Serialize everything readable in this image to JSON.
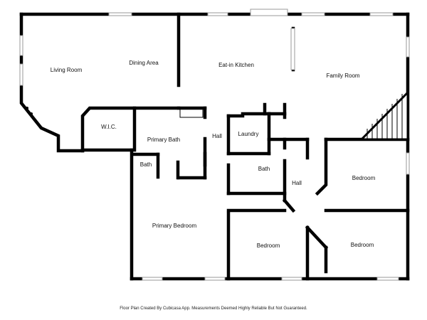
{
  "rooms": {
    "living_room": "Living Room",
    "dining_area": "Dining Area",
    "eat_in_kitchen": "Eat-in Kitchen",
    "family_room": "Family Room",
    "wic": "W.I.C.",
    "primary_bath": "Primary Bath",
    "hall_1": "Hall",
    "laundry": "Laundry",
    "bath_small": "Bath",
    "bath": "Bath",
    "hall_2": "Hall",
    "bedroom_1": "Bedroom",
    "primary_bedroom": "Primary Bedroom",
    "bedroom_2": "Bedroom",
    "bedroom_3": "Bedroom"
  },
  "footer": "Floor Plan Created By Cubicasa App. Measurements Deemed Highly Reliable But Not Guaranteed."
}
